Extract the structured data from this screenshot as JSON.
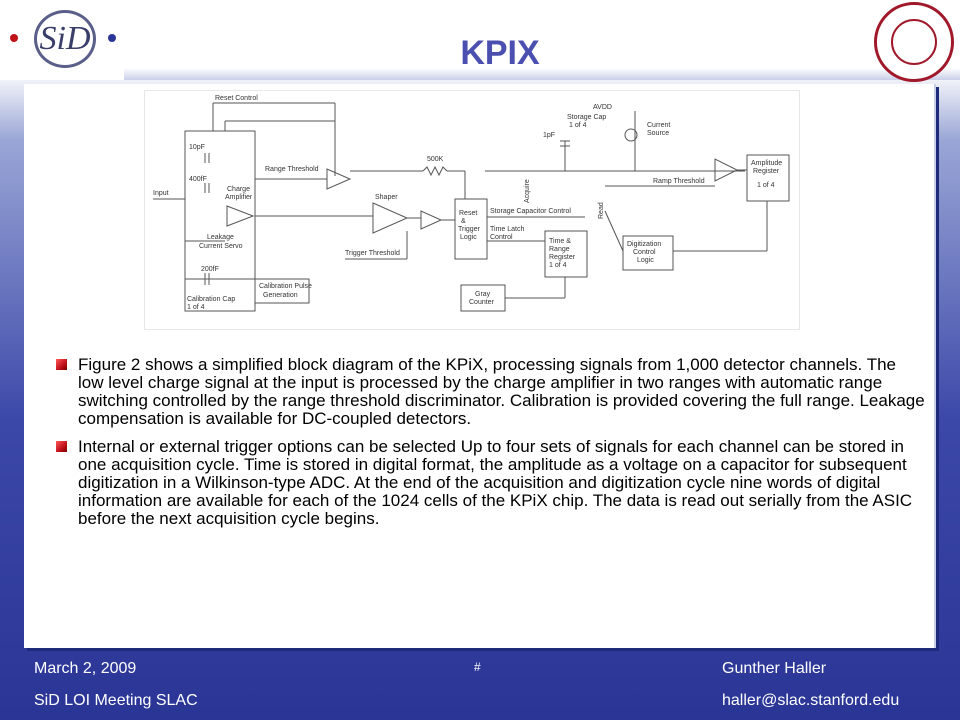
{
  "slide": {
    "title": "KPIX",
    "logo_text": "SiD",
    "bullets": [
      "Figure 2 shows a simplified block diagram of the KPiX, processing signals from 1,000 detector channels. The low level charge signal at the input is processed by the charge amplifier in two ranges with automatic range switching controlled by the range threshold discriminator. Calibration is provided covering the full range. Leakage compensation is available for DC-coupled detectors.",
      "Internal or external trigger options can be selected Up to four sets of signals for each channel can be stored in one acquisition cycle. Time is stored in digital format, the amplitude as a voltage on a capacitor for subsequent digitization in a Wilkinson-type ADC. At the end of the acquisition and digitization cycle nine words of digital information are available for each of the 1024 cells of the KPiX chip. The data is read out serially from the ASIC before the next acquisition cycle begins."
    ]
  },
  "diagram": {
    "labels": {
      "reset_control": "Reset Control",
      "cap_10pf": "10pF",
      "cap_400ff": "400fF",
      "input": "Input",
      "charge_amp": "Charge",
      "charge_amp2": "Amplifier",
      "range_threshold": "Range Threshold",
      "leakage": "Leakage",
      "leakage2": "Current Servo",
      "cap_200ff": "200fF",
      "cal_cap": "Calibration Cap",
      "cal_cap2": "1 of 4",
      "cal_pulse": "Calibration Pulse",
      "cal_pulse2": "Generation",
      "shaper": "Shaper",
      "trigger_threshold": "Trigger Threshold",
      "res_500k": "500K",
      "reset_trigger": "Reset",
      "reset_trigger2": "&",
      "reset_trigger3": "Trigger",
      "reset_trigger4": "Logic",
      "storage_cap_ctrl": "Storage Capacitor Control",
      "time_latch": "Time Latch",
      "time_latch2": "Control",
      "time_range": "Time &",
      "time_range2": "Range",
      "time_range3": "Register",
      "time_range4": "1 of 4",
      "acquire": "Acquire",
      "avdd": "AVDD",
      "storage_cap": "Storage Cap",
      "storage_cap2": "1 of 4",
      "cap_1pf": "1pF",
      "current_source": "Current",
      "current_source2": "Source",
      "read": "Read",
      "ramp_threshold": "Ramp Threshold",
      "amp_register": "Amplitude",
      "amp_register2": "Register",
      "amp_register3": "1 of 4",
      "digitization": "Digitization",
      "digitization2": "Control",
      "digitization3": "Logic",
      "gray_counter": "Gray",
      "gray_counter2": "Counter"
    }
  },
  "footer": {
    "date": "March 2, 2009",
    "meeting": "SiD LOI Meeting SLAC",
    "page": "#",
    "author": "Gunther Haller",
    "email": "haller@slac.stanford.edu"
  },
  "colors": {
    "title": "#4a4fb0",
    "bullet": "#c0101a",
    "background_bottom": "#2a3596"
  }
}
